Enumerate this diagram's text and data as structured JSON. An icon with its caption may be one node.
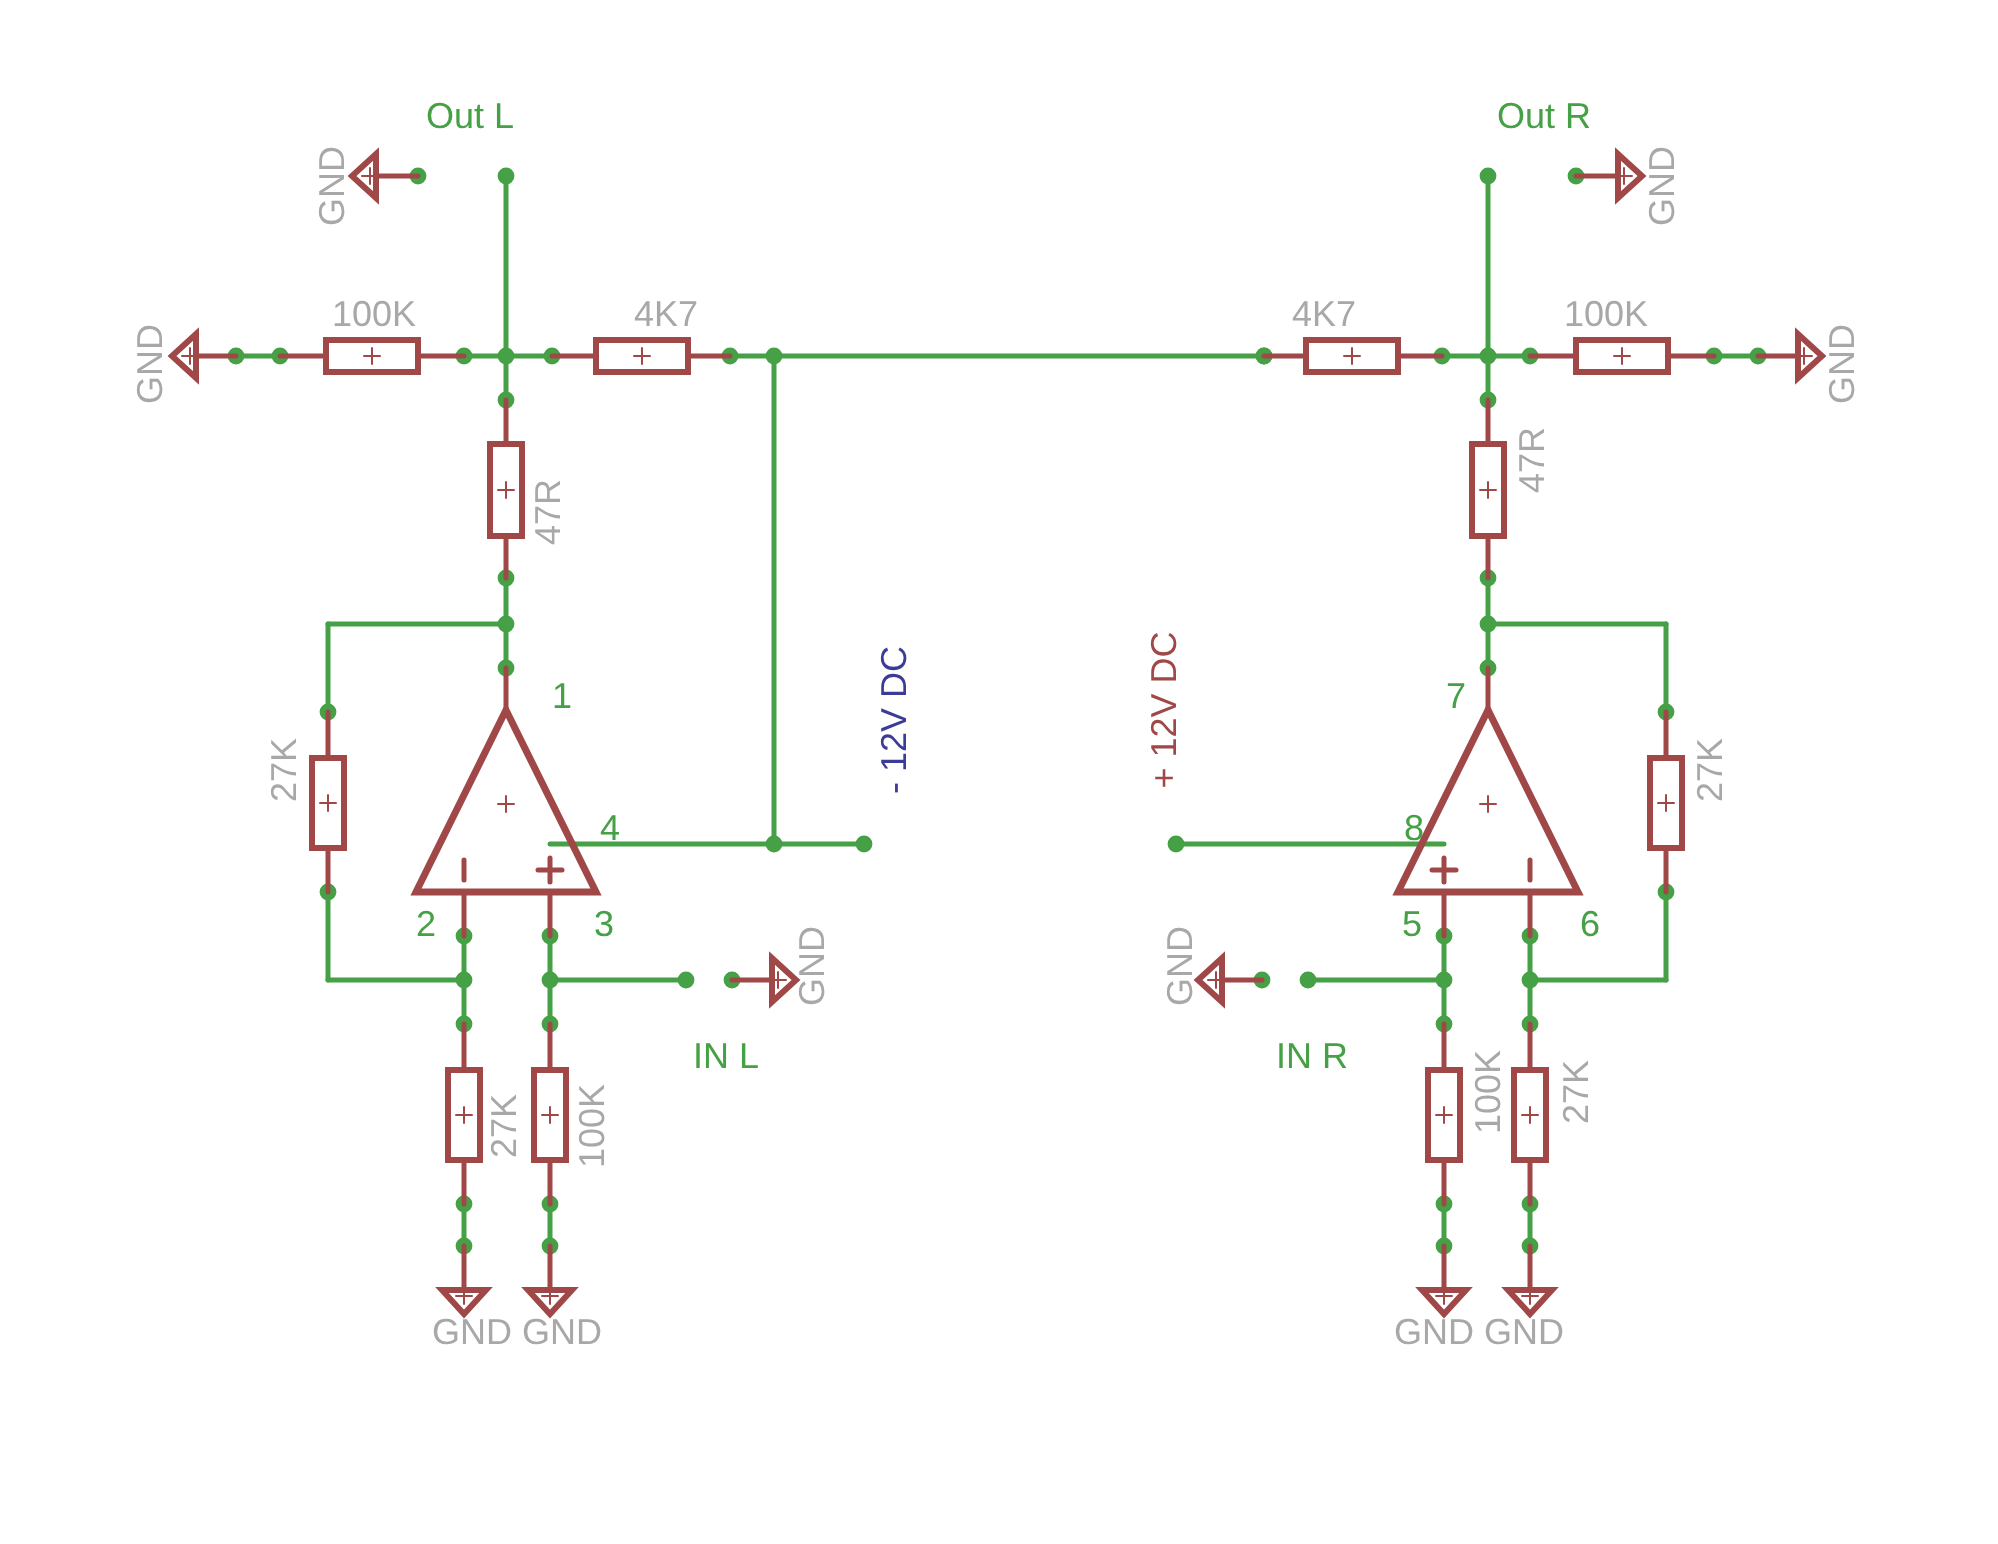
{
  "diagram": {
    "labels": [
      "Out L",
      "Out R",
      "GND",
      "GND",
      "100K",
      "4K7",
      "4K7",
      "100K",
      "GND",
      "GND",
      "47R",
      "47R",
      "- 12V DC",
      "+ 12V DC",
      "1",
      "7",
      "27K",
      "27K",
      "4",
      "8",
      "2",
      "3",
      "5",
      "6",
      "GND",
      "GND",
      "IN L",
      "IN R",
      "27K",
      "100K",
      "100K",
      "27K",
      "GND",
      "GND",
      "GND",
      "GND"
    ]
  }
}
